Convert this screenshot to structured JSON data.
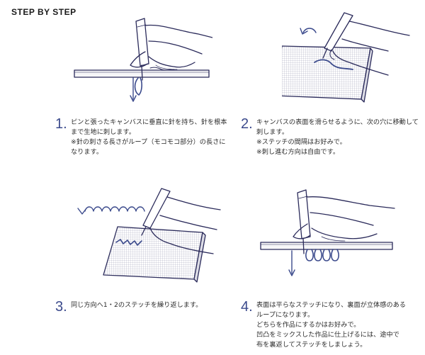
{
  "header": {
    "title": "STEP BY STEP"
  },
  "colors": {
    "accent": "#3b4a8c",
    "text": "#2b2b2b"
  },
  "steps": [
    {
      "number": "1",
      "lines": [
        "ピンと張ったキャンバスに垂直に針を持ち、針を根本",
        "まで生地に刺します。",
        "※針の刺さる長さがループ（モコモコ部分）の長さに",
        "なります。"
      ]
    },
    {
      "number": "2",
      "lines": [
        "キャンバスの表面を滑らせるように、次の穴に移動して",
        "刺します。",
        "※ステッチの間隔はお好みで。",
        "※刺し進む方向は自由です。"
      ]
    },
    {
      "number": "3",
      "lines": [
        "同じ方向へ1・2のステッチを繰り返します。"
      ]
    },
    {
      "number": "4",
      "lines": [
        "表面は平らなステッチになり、裏面が立体感のある",
        "ループになります。",
        "どちらを作品にするかはお好みで。",
        "凹凸をミックスした作品に仕上げるには、途中で",
        "布を裏返してステッチをしましょう。"
      ]
    }
  ]
}
